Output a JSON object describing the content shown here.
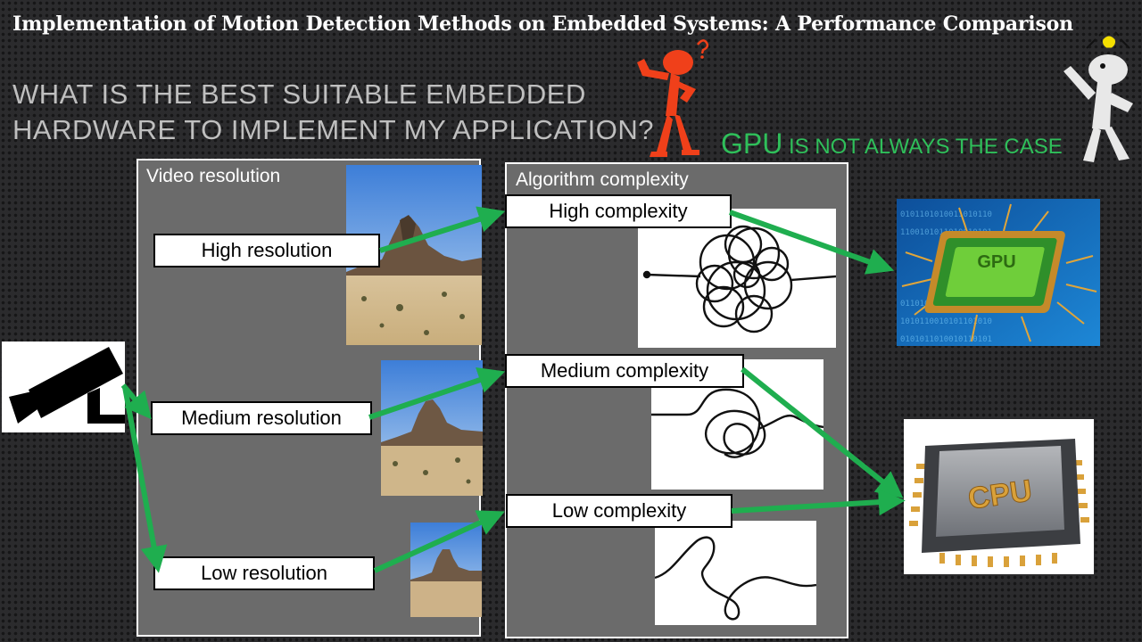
{
  "slide": {
    "title": "Implementation of Motion Detection Methods on Embedded Systems: A Performance Comparison",
    "question_line1": "What is the best suitable embedded",
    "question_line2": "hardware to implement my application?",
    "note_prefix": "GPU",
    "note_rest": " is not always the case"
  },
  "resolution_panel": {
    "title": "Video resolution",
    "items": [
      "High resolution",
      "Medium resolution",
      "Low resolution"
    ]
  },
  "complexity_panel": {
    "title": "Algorithm complexity",
    "items": [
      "High complexity",
      "Medium complexity",
      "Low complexity"
    ]
  },
  "chips": {
    "gpu_label": "GPU",
    "cpu_label": "CPU"
  },
  "colors": {
    "arrow": "#1fae4f",
    "panel": "#6b6b6b",
    "title": "#ffffff",
    "question": "#bfbfbf",
    "note": "#2fbf5a",
    "thinker": "#f0401a"
  },
  "icons": [
    "security-camera-icon",
    "thinking-figure-icon",
    "idea-figure-icon"
  ]
}
